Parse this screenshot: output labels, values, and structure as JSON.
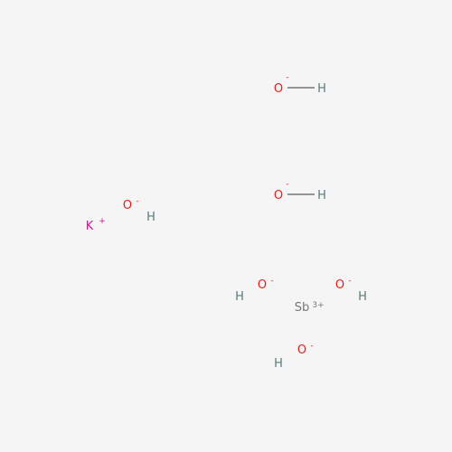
{
  "colors": {
    "background": "#f5f5f5",
    "oxygen": "#e0201b",
    "hydrogen": "#5c7a7a",
    "potassium": "#c51a8a",
    "antimony": "#777777",
    "bond": "#5c5c5c"
  },
  "fragments": [
    {
      "id": "hydroxide-1",
      "atoms": [
        {
          "symbol": "O",
          "charge": "-",
          "element": "oxygen"
        },
        {
          "symbol": "H",
          "charge": "",
          "element": "hydrogen"
        }
      ]
    },
    {
      "id": "hydroxide-2",
      "atoms": [
        {
          "symbol": "O",
          "charge": "-",
          "element": "oxygen"
        },
        {
          "symbol": "H",
          "charge": "",
          "element": "hydrogen"
        }
      ]
    },
    {
      "id": "hydroxide-3",
      "atoms": [
        {
          "symbol": "O",
          "charge": "-",
          "element": "oxygen"
        },
        {
          "symbol": "H",
          "charge": "",
          "element": "hydrogen"
        }
      ]
    },
    {
      "id": "hydroxide-4",
      "atoms": [
        {
          "symbol": "O",
          "charge": "-",
          "element": "oxygen"
        },
        {
          "symbol": "H",
          "charge": "",
          "element": "hydrogen"
        }
      ]
    },
    {
      "id": "hydroxide-5",
      "atoms": [
        {
          "symbol": "O",
          "charge": "-",
          "element": "oxygen"
        },
        {
          "symbol": "H",
          "charge": "",
          "element": "hydrogen"
        }
      ]
    },
    {
      "id": "hydroxide-6",
      "atoms": [
        {
          "symbol": "O",
          "charge": "-",
          "element": "oxygen"
        },
        {
          "symbol": "H",
          "charge": "",
          "element": "hydrogen"
        }
      ]
    },
    {
      "id": "potassium-ion",
      "atoms": [
        {
          "symbol": "K",
          "charge": "+",
          "element": "potassium"
        }
      ]
    },
    {
      "id": "antimony-ion",
      "atoms": [
        {
          "symbol": "Sb",
          "charge": "3+",
          "element": "antimony"
        }
      ]
    }
  ]
}
